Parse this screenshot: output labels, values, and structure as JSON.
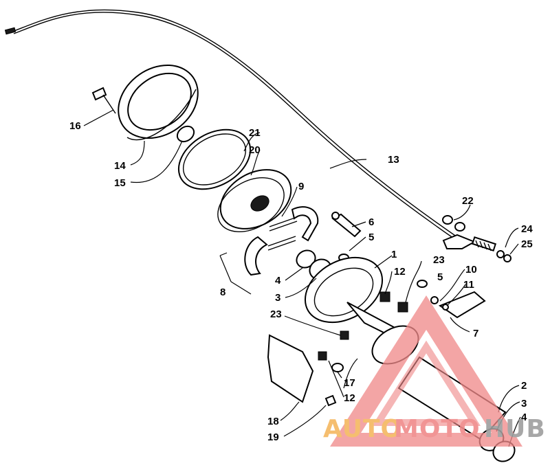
{
  "labels": {
    "l1": "1",
    "l2": "2",
    "l3a": "3",
    "l3b": "3",
    "l4a": "4",
    "l4b": "4",
    "l5a": "5",
    "l5b": "5",
    "l6": "6",
    "l7": "7",
    "l8": "8",
    "l9": "9",
    "l10": "10",
    "l11": "11",
    "l12a": "12",
    "l12b": "12",
    "l13": "13",
    "l14": "14",
    "l15": "15",
    "l16": "16",
    "l17": "17",
    "l18": "18",
    "l19": "19",
    "l20": "20",
    "l21": "21",
    "l22": "22",
    "l23a": "23",
    "l23b": "23",
    "l24": "24",
    "l25": "25"
  },
  "watermark": {
    "part1": "AUTO",
    "part2": "MOTO",
    "part3": "HUB",
    "color_primary": "#f08a8a",
    "color_secondary": "#9e9e9e",
    "color_accent": "#f5b860"
  }
}
